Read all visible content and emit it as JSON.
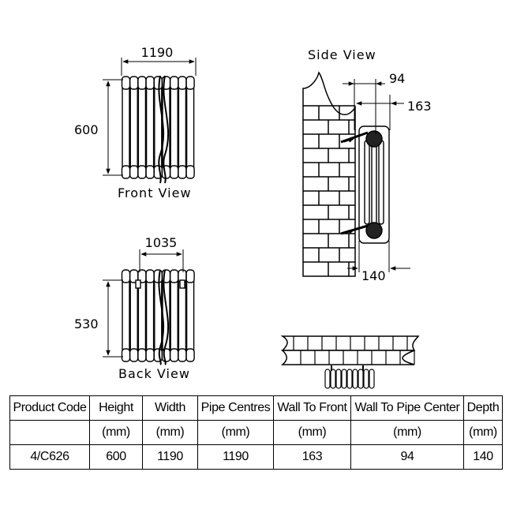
{
  "views": {
    "front": {
      "label": "Front View",
      "width_dim": "1190",
      "height_dim": "600"
    },
    "back": {
      "label": "Back View",
      "width_dim": "1035",
      "height_dim": "530"
    },
    "side": {
      "label": "Side View",
      "dim_wall_to_pipe": "94",
      "dim_wall_to_front": "163",
      "dim_depth": "140"
    }
  },
  "table": {
    "headers": [
      "Product Code",
      "Height",
      "Width",
      "Pipe Centres",
      "Wall To Front",
      "Wall To Pipe Center",
      "Depth"
    ],
    "units": [
      "",
      "(mm)",
      "(mm)",
      "(mm)",
      "(mm)",
      "(mm)",
      "(mm)"
    ],
    "rows": [
      [
        "4/C626",
        "600",
        "1190",
        "1190",
        "163",
        "94",
        "140"
      ]
    ]
  }
}
